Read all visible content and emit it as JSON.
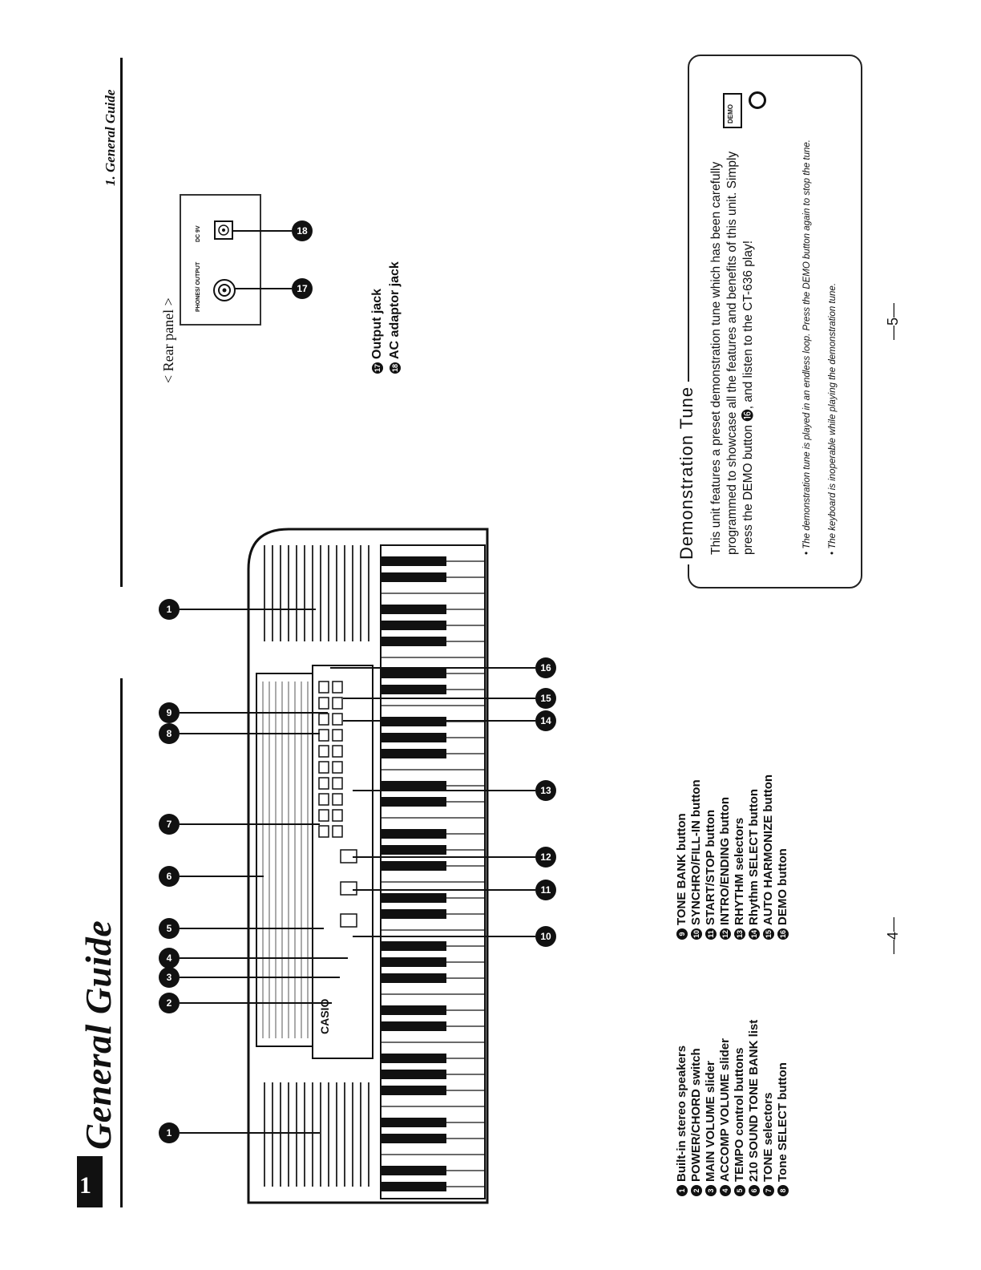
{
  "header": {
    "chapter_number": "1",
    "chapter_title": "General Guide",
    "running_head": "1. General Guide"
  },
  "front_panel": {
    "brand": "CASIO",
    "callouts": [
      "1",
      "2",
      "3",
      "4",
      "5",
      "6",
      "7",
      "8",
      "9",
      "10",
      "11",
      "12",
      "13",
      "14",
      "15",
      "16"
    ]
  },
  "legend_left": [
    {
      "num": "1",
      "label": "Built-in stereo speakers"
    },
    {
      "num": "2",
      "label": "POWER/CHORD switch"
    },
    {
      "num": "3",
      "label": "MAIN VOLUME slider"
    },
    {
      "num": "4",
      "label": "ACCOMP VOLUME slider"
    },
    {
      "num": "5",
      "label": "TEMPO control buttons"
    },
    {
      "num": "6",
      "label": "210 SOUND TONE BANK list"
    },
    {
      "num": "7",
      "label": "TONE selectors"
    },
    {
      "num": "8",
      "label": "Tone SELECT button"
    }
  ],
  "legend_right": [
    {
      "num": "9",
      "label": "TONE BANK button"
    },
    {
      "num": "10",
      "label": "SYNCHRO/FILL-IN button"
    },
    {
      "num": "11",
      "label": "START/STOP button"
    },
    {
      "num": "12",
      "label": "INTRO/ENDING button"
    },
    {
      "num": "13",
      "label": "RHYTHM selectors"
    },
    {
      "num": "14",
      "label": "Rhythm SELECT button"
    },
    {
      "num": "15",
      "label": "AUTO HARMONIZE button"
    },
    {
      "num": "16",
      "label": "DEMO button"
    }
  ],
  "rear_panel": {
    "title": "< Rear panel >",
    "jack1_label": "PHONES/ OUTPUT",
    "jack2_label": "DC 9V",
    "callout1": "17",
    "callout2": "18",
    "items": [
      {
        "num": "17",
        "label": "Output jack"
      },
      {
        "num": "18",
        "label": "AC adaptor jack"
      }
    ]
  },
  "demo": {
    "title": "Demonstration Tune",
    "body": "This unit features a preset demonstration tune which has been carefully programmed to showcase all the features and benefits of this unit. Simply press the DEMO button ⓰, and listen to the CT-636 play!",
    "note1": "• The demonstration tune is played in an endless loop. Press the DEMO button again to stop the tune.",
    "note2": "• The keyboard is inoperable while playing the demonstration tune.",
    "icon_label": "DEMO"
  },
  "page_numbers": {
    "left": "—4—",
    "right": "—5—"
  }
}
